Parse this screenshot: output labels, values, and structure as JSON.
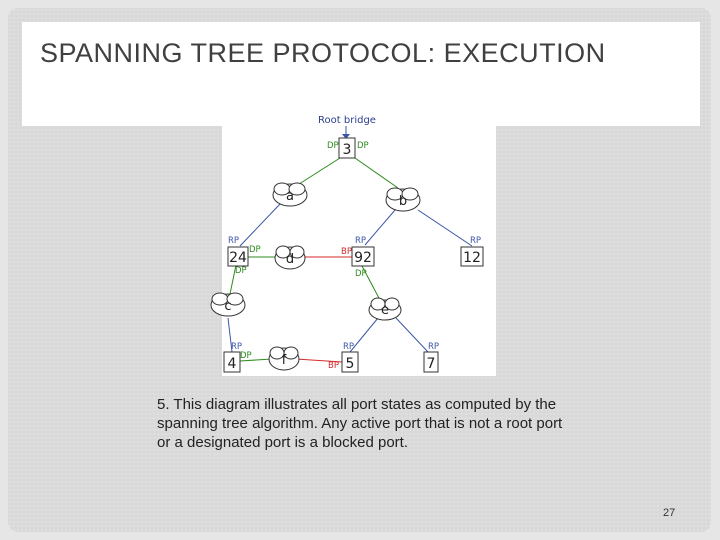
{
  "slide": {
    "title": "SPANNING TREE PROTOCOL: EXECUTION",
    "caption": "5. This diagram illustrates all port states as computed by the spanning tree algorithm. Any active port that is not a root port or a designated port is a blocked port.",
    "page_number": "27"
  },
  "diagram": {
    "root_label": "Root bridge",
    "bridges": [
      "3",
      "24",
      "92",
      "12",
      "4",
      "5",
      "7"
    ],
    "lans": [
      "a",
      "b",
      "c",
      "d",
      "e",
      "f"
    ],
    "port_labels": {
      "dp": "DP",
      "rp": "RP",
      "bp": "BP"
    },
    "colors": {
      "designated": "#2e8b1e",
      "root": "#3b55a6",
      "blocked": "#d42a2a"
    }
  }
}
